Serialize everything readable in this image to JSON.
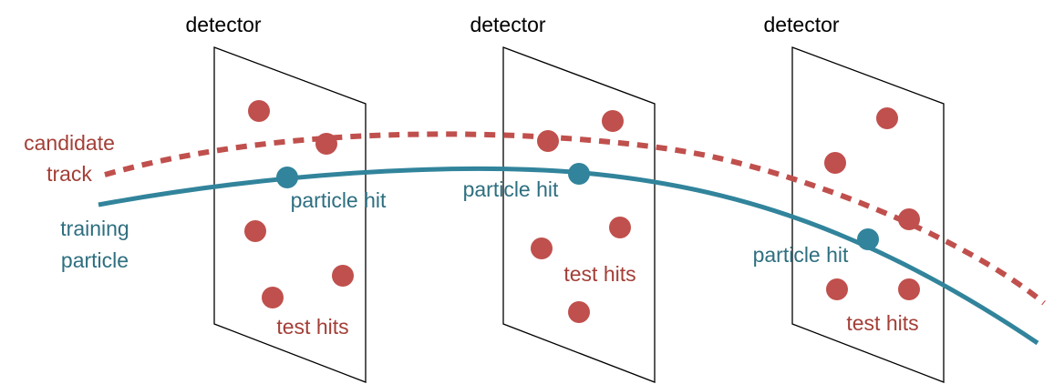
{
  "colors": {
    "hit_red": "#c0504d",
    "track_red": "#c0504d",
    "particle_teal": "#31849b",
    "label_red": "#a33f37",
    "label_teal": "#2e6f80",
    "plane_stroke": "#000000"
  },
  "detectors": [
    {
      "label": "detector",
      "hit_label": "particle hit",
      "test_label": "test hits"
    },
    {
      "label": "detector",
      "hit_label": "particle hit",
      "test_label": "test hits"
    },
    {
      "label": "detector",
      "hit_label": "particle hit",
      "test_label": "test hits"
    }
  ],
  "candidate_track": {
    "label_line1": "candidate",
    "label_line2": "track"
  },
  "training_particle": {
    "label_line1": "training",
    "label_line2": "particle"
  }
}
